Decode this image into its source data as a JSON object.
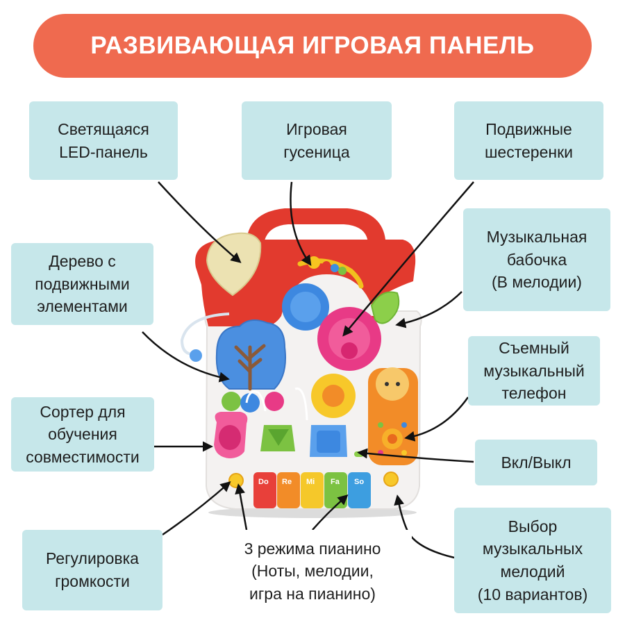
{
  "title": "РАЗВИВАЮЩАЯ ИГРОВАЯ ПАНЕЛЬ",
  "labels": {
    "led": "Светящаяся\nLED-панель",
    "caterpillar": "Игровая\nгусеница",
    "gears": "Подвижные\nшестеренки",
    "butterfly": "Музыкальная\nбабочка\n(В мелодии)",
    "tree": "Дерево с\nподвижными\nэлементами",
    "phone": "Съемный\nмузыкальный\nтелефон",
    "sorter": "Сортер для\nобучения\nсовместимости",
    "onoff": "Вкл/Выкл",
    "volume": "Регулировка\nгромкости",
    "piano": "3 режима пианино\n(Ноты, мелодии,\nигра на пианино)",
    "melody": "Выбор\nмузыкальных\nмелодий\n(10 вариантов)"
  },
  "piano_keys": [
    {
      "note": "Do",
      "color": "#e8403a"
    },
    {
      "note": "Re",
      "color": "#f28c28"
    },
    {
      "note": "Mi",
      "color": "#f5c82a"
    },
    {
      "note": "Fa",
      "color": "#7cc242"
    },
    {
      "note": "So",
      "color": "#3d9ee0"
    }
  ],
  "colors": {
    "title_bg": "#ef6a4f",
    "label_bg": "#c6e7ea",
    "toy_red": "#e23a2e",
    "toy_white": "#f4f2f1",
    "arrow": "#111111"
  }
}
